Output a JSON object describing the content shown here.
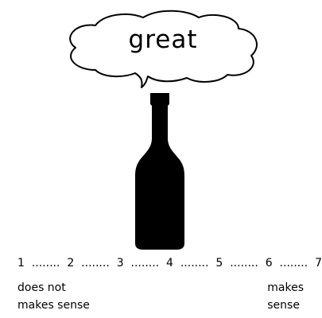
{
  "bubble": {
    "word": "great"
  },
  "scale": {
    "points": [
      "1",
      "2",
      "3",
      "4",
      "5",
      "6",
      "7"
    ],
    "separator": "........"
  },
  "anchors": {
    "left": [
      "does not",
      "makes sense"
    ],
    "right": [
      "makes",
      "sense"
    ]
  },
  "icons": {
    "bubble": "speech-bubble-icon",
    "bottle": "bottle-icon"
  },
  "colors": {
    "ink": "#000000",
    "background": "#ffffff"
  }
}
